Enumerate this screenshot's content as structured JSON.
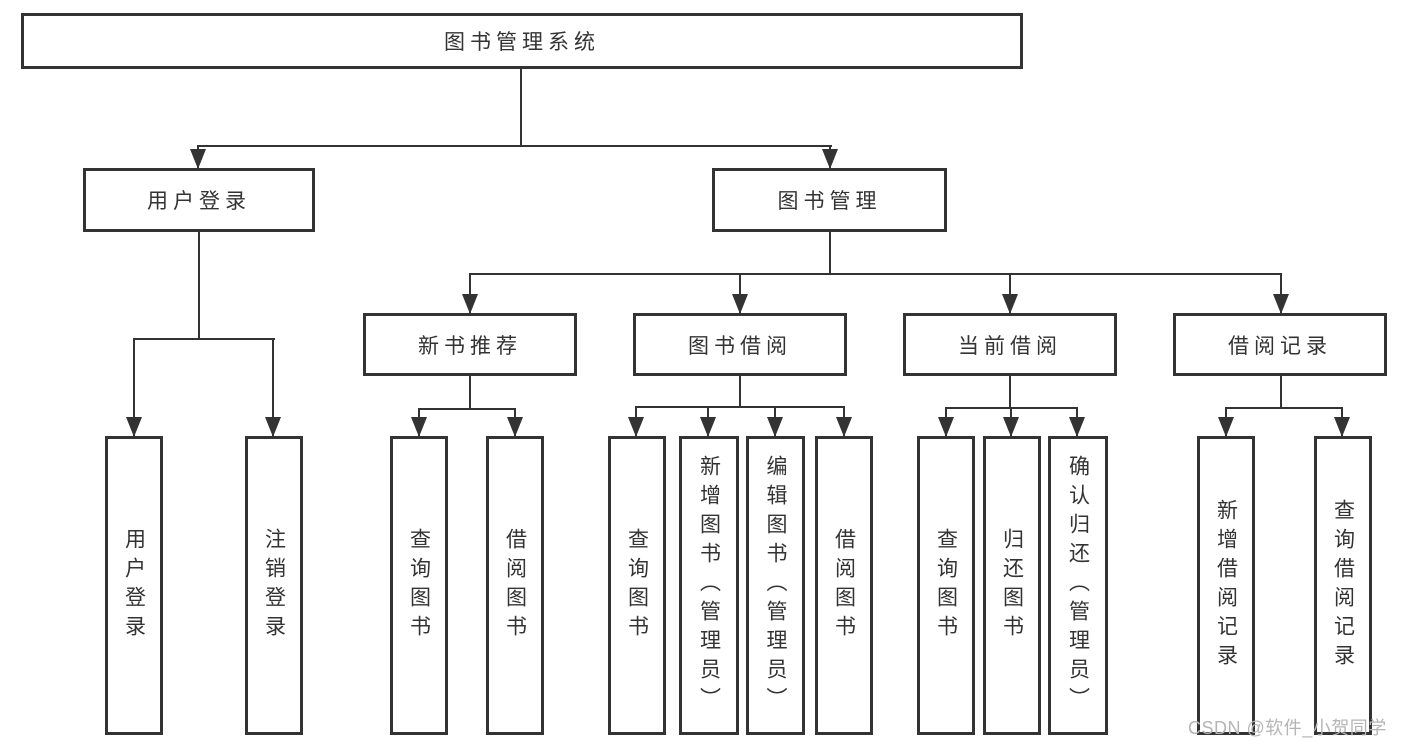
{
  "colors": {
    "line": "#333333",
    "node_border": "#333333",
    "node_background": "#ffffff",
    "text": "#333333",
    "watermark": "#b5b5b5"
  },
  "tree": {
    "root": {
      "label": "图书管理系统"
    },
    "level2": [
      {
        "label": "用户登录",
        "parent": "图书管理系统"
      },
      {
        "label": "图书管理",
        "parent": "图书管理系统"
      }
    ],
    "level3": [
      {
        "label": "新书推荐",
        "parent": "图书管理"
      },
      {
        "label": "图书借阅",
        "parent": "图书管理"
      },
      {
        "label": "当前借阅",
        "parent": "图书管理"
      },
      {
        "label": "借阅记录",
        "parent": "图书管理"
      }
    ],
    "leaves": [
      {
        "label": "用户登录",
        "parent": "用户登录"
      },
      {
        "label": "注销登录",
        "parent": "用户登录"
      },
      {
        "label": "查询图书",
        "parent": "新书推荐"
      },
      {
        "label": "借阅图书",
        "parent": "新书推荐"
      },
      {
        "label": "查询图书",
        "parent": "图书借阅"
      },
      {
        "label": "新增图书（管理员）",
        "parent": "图书借阅"
      },
      {
        "label": "编辑图书（管理员）",
        "parent": "图书借阅"
      },
      {
        "label": "借阅图书",
        "parent": "图书借阅"
      },
      {
        "label": "查询图书",
        "parent": "当前借阅"
      },
      {
        "label": "归还图书",
        "parent": "当前借阅"
      },
      {
        "label": "确认归还（管理员）",
        "parent": "当前借阅"
      },
      {
        "label": "新增借阅记录",
        "parent": "借阅记录"
      },
      {
        "label": "查询借阅记录",
        "parent": "借阅记录"
      }
    ]
  },
  "watermark": {
    "text": "CSDN @软件_小贺同学"
  }
}
